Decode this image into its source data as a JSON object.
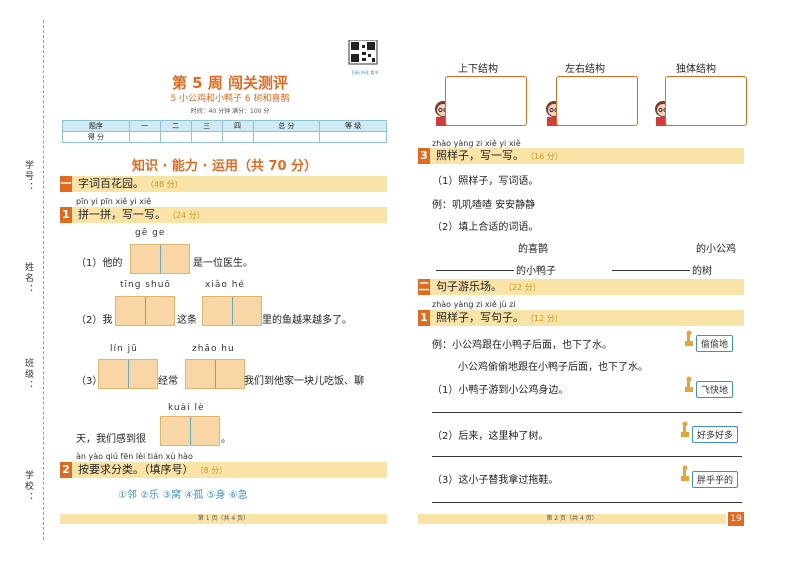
{
  "side": {
    "student_no": "学号：",
    "name": "姓名：",
    "class": "班级：",
    "school": "学校："
  },
  "qr": {
    "caption": "扫码 听读 看书"
  },
  "header": {
    "title": "第 5 周 闯关测评",
    "subtitle": "5  小公鸡和小鸭子   6  树和喜鹊",
    "meta": "时间：40 分钟    满分：100 分"
  },
  "score_table": {
    "headers": [
      "题序",
      "一",
      "二",
      "三",
      "四",
      "总 分",
      "等 级"
    ],
    "row_label": "得 分"
  },
  "section_heading": "知识 · 能力 · 运用（共 70 分）",
  "part1": {
    "label": "一",
    "title": "字词百花园。",
    "points": "（48 分）"
  },
  "q1": {
    "num": "1",
    "pinyin": "pīn yi pīn   xiě yi xiě",
    "title": "拼一拼，写一写。",
    "points": "（24 分）",
    "items": [
      {
        "num": "（1）他的",
        "py": "gē  ge",
        "after": "是一位医生。"
      },
      {
        "num": "（2）我",
        "py1": "tīng shuō",
        "mid": "这条",
        "py2": "xiǎo hé",
        "after": "里的鱼越来越多了。"
      },
      {
        "num": "（3）",
        "py1": "lín  jū",
        "mid": "经常",
        "py2": "zhāo hu",
        "after": "我们到他家一块儿吃饭、聊"
      },
      {
        "pre": "天，我们感到很",
        "py": "kuài  lè",
        "after": "。"
      }
    ]
  },
  "q2": {
    "num": "2",
    "pinyin": "àn yào qiú fēn lèi      tián xù hào",
    "title": "按要求分类。（填序号）",
    "points": "（8 分）",
    "options": "①邻  ②乐  ③窝  ④孤  ⑤身  ⑥急"
  },
  "footer_left": "第 1 页（共 4 页）",
  "right": {
    "headers": [
      "上下结构",
      "左右结构",
      "独体结构"
    ],
    "q3": {
      "num": "3",
      "pinyin": "zhào yàng zi   xiě yi xiě",
      "title": "照样子，写一写。",
      "points": "（16 分）"
    },
    "q3_1": "（1）照样子，写词语。",
    "q3_example": "例：叽叽喳喳   安安静静",
    "q3_2": "（2）填上合适的词语。",
    "q3_fill": {
      "a": "的喜鹊",
      "b": "的小公鸡",
      "c": "的小鸭子",
      "d": "的树"
    },
    "part2": {
      "label": "二",
      "title": "句子游乐场。",
      "points": "（22 分）"
    },
    "q4": {
      "num": "1",
      "pinyin": "zhào yàng zi  xiě jù zi",
      "title": "照样子，写句子。",
      "points": "（12 分）"
    },
    "example1": "例：小公鸡跟在小鸭子后面，也下了水。",
    "example2": "小公鸡偷偷地跟在小鸭子后面，也下了水。",
    "tag_ex": "偷偷地",
    "s1": "（1）小鸭子游到小公鸡身边。",
    "tag1": "飞快地",
    "s2": "（2）后来，这里种了树。",
    "tag2": "好多好多",
    "s3": "（3）这小子替我拿过拖鞋。",
    "tag3": "胖乎乎的",
    "footer": "第 2 页（共 4 页）",
    "page": "19"
  },
  "colors": {
    "accent": "#e06a1f",
    "bar": "#f9e3a6",
    "grid": "#f9d6a6",
    "blue": "#3e8fc4"
  }
}
